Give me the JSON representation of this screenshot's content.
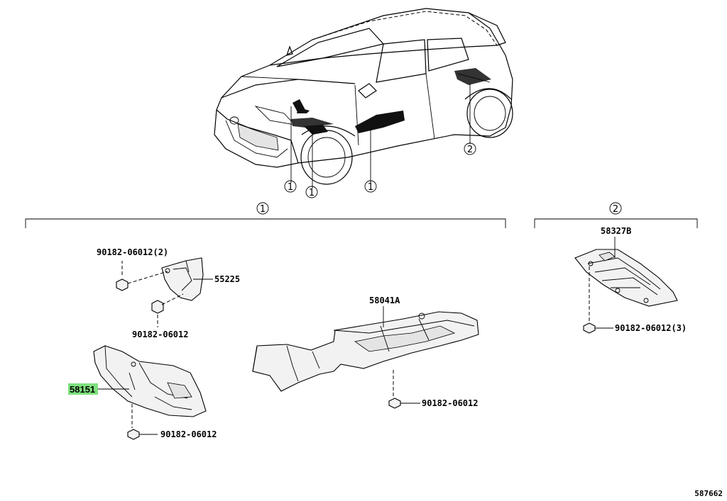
{
  "callouts": {
    "c1_a": "1",
    "c1_b": "1",
    "c1_c": "1",
    "c2_a": "2",
    "group1": "1",
    "group2": "2"
  },
  "parts": {
    "p55225": "55225",
    "p58041a": "58041A",
    "p58151": "58151",
    "p58327b": "58327B",
    "clip_top_left": "90182-06012(2)",
    "clip_mid_left": "90182-06012",
    "clip_bottom_left": "90182-06012",
    "clip_center": "90182-06012",
    "clip_right": "90182-06012(3)"
  },
  "highlight": {
    "part": "58151",
    "color": "#7ee07e"
  },
  "ref_number": "587662"
}
